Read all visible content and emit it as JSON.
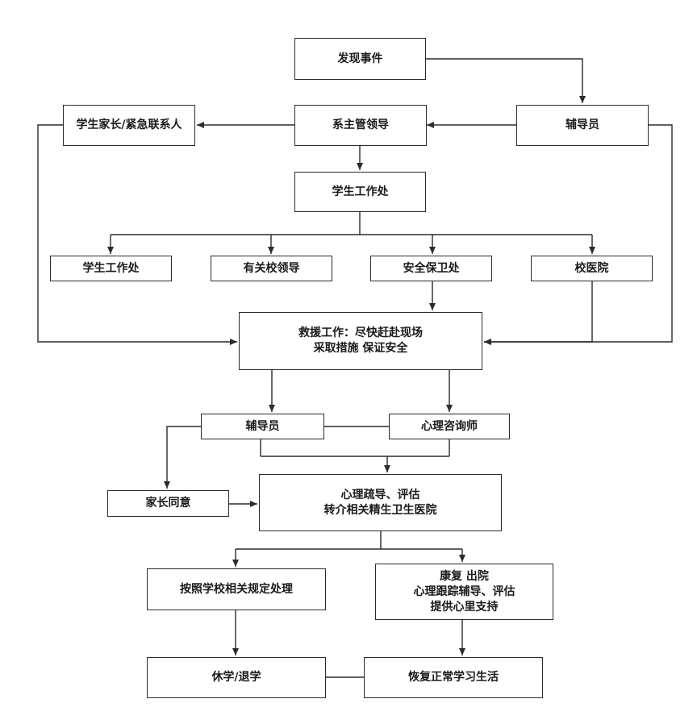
{
  "nodes": {
    "discover": "发现事件",
    "counselor_top": "辅导员",
    "dept_leader": "系主管领导",
    "parents": "学生家长/紧急联系人",
    "student_affairs_main": "学生工作处",
    "student_affairs": "学生工作处",
    "school_leaders": "有关校领导",
    "security": "安全保卫处",
    "clinic": "校医院",
    "rescue": [
      "救援工作：尽快赶赴现场",
      "采取措施  保证安全"
    ],
    "counselor": "辅导员",
    "psychologist": "心理咨询师",
    "parent_consent": "家长同意",
    "counseling": [
      "心理疏导、评估",
      "转介相关精生卫生医院"
    ],
    "school_rules": "按照学校相关规定处理",
    "recovery": [
      "康复  出院",
      "心理跟踪辅导、评估",
      "提供心里支持"
    ],
    "suspend": "休学/退学",
    "resume": "恢复正常学习生活"
  },
  "style": {
    "stroke": "#2b2b2b",
    "arrow": "#2b2b2b",
    "text": "#1a1a1a",
    "fill": "#ffffff"
  }
}
